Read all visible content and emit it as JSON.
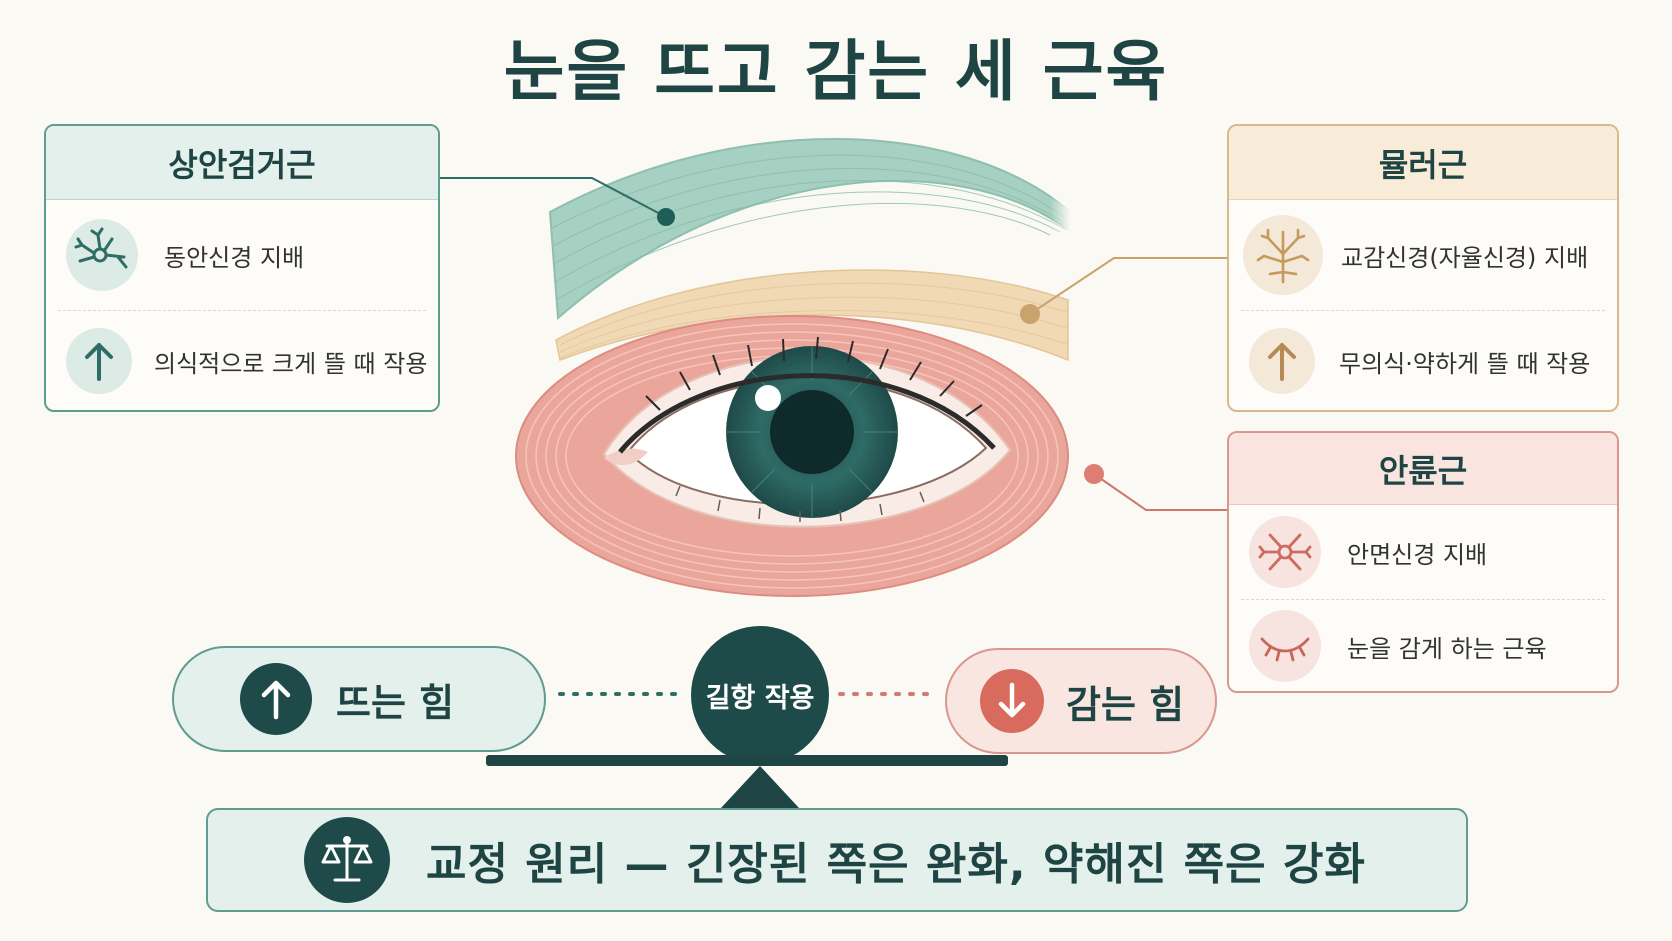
{
  "title": "눈을 뜨고 감는 세 근육",
  "muscles": {
    "levator": {
      "name": "상안검거근",
      "innervation": "동안신경 지배",
      "action": "의식적으로 크게 뜰 때 작용",
      "color": "#5f9b90"
    },
    "muller": {
      "name": "뮬러근",
      "innervation": "교감신경(자율신경) 지배",
      "action": "무의식·약하게 뜰 때 작용",
      "color": "#c8a678"
    },
    "orbicularis": {
      "name": "안륜근",
      "innervation": "안면신경 지배",
      "action": "눈을 감게 하는 근육",
      "color": "#d27b72"
    }
  },
  "balance": {
    "open_label": "뜨는 힘",
    "close_label": "감는 힘",
    "center_label": "길항 작용"
  },
  "principle": "교정 원리 — 긴장된 쪽은 완화, 약해진 쪽은 강화",
  "icons": [
    "neuron-icon",
    "arrow-up-icon",
    "branch-nerve-icon",
    "closed-eye-icon",
    "arrow-down-icon",
    "scales-icon"
  ]
}
